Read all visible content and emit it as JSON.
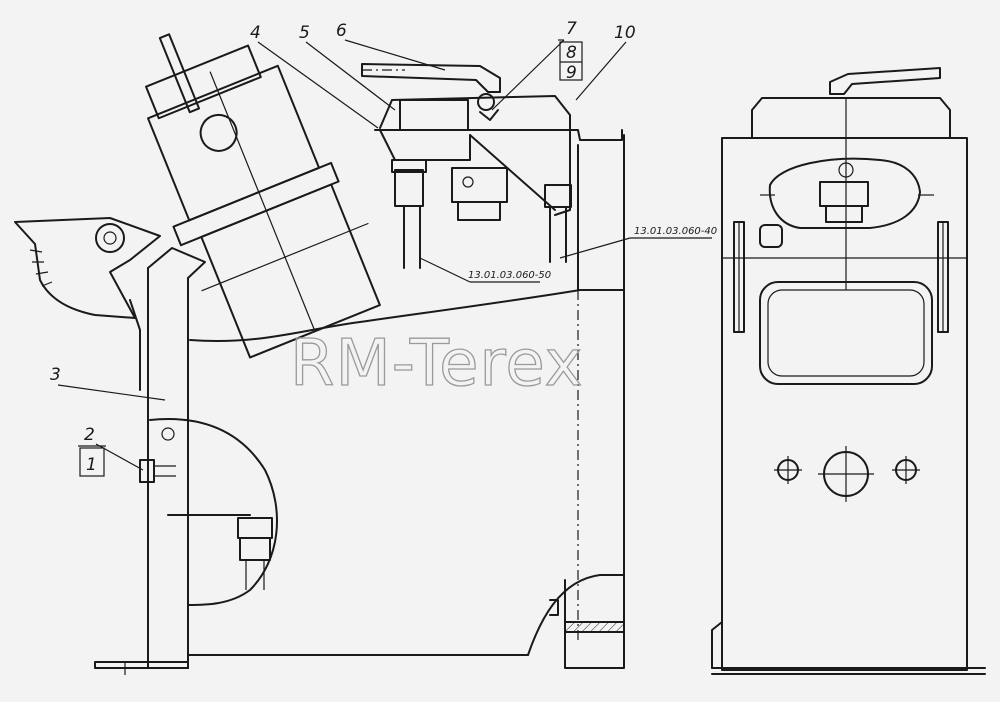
{
  "watermark": "RM-Terex",
  "callouts": {
    "c1": "1",
    "c2": "2",
    "c3": "3",
    "c4": "4",
    "c5": "5",
    "c6": "6",
    "c7": "7",
    "c8": "8",
    "c9": "9",
    "c10": "10"
  },
  "part_numbers": {
    "left_tube": "13.01.03.060-50",
    "right_tube": "13.01.03.060-40"
  }
}
